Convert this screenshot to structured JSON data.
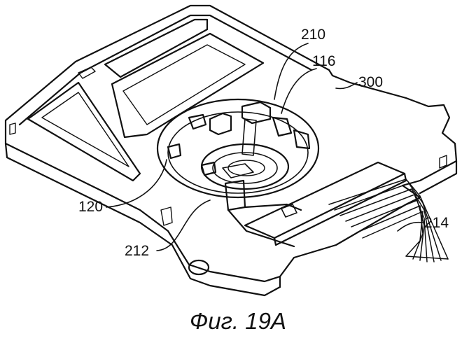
{
  "figure": {
    "reference_labels": {
      "r210": "210",
      "r116": "116",
      "r300": "300",
      "r120": "120",
      "r212": "212",
      "r214": "214"
    },
    "caption": "Фиг. 19А",
    "colors": {
      "line": "#111111",
      "background": "#ffffff"
    }
  }
}
